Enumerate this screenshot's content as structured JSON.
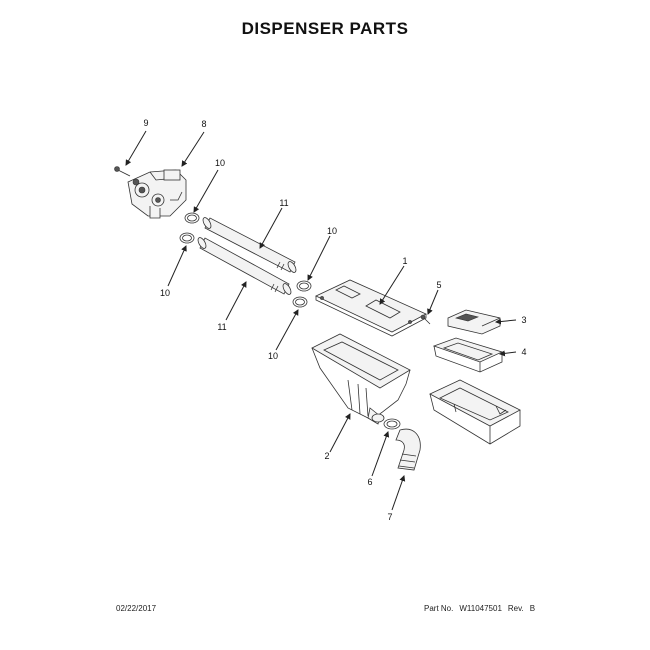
{
  "title": "DISPENSER PARTS",
  "callouts": {
    "c1": "1",
    "c2": "2",
    "c3": "3",
    "c4": "4",
    "c5": "5",
    "c6": "6",
    "c7": "7",
    "c8": "8",
    "c9": "9",
    "c10a": "10",
    "c10b": "10",
    "c10c": "10",
    "c10d": "10",
    "c11a": "11",
    "c11b": "11"
  },
  "footer": {
    "date": "02/22/2017",
    "part_no_label": "Part No.",
    "part_no": "W11047501",
    "rev_label": "Rev.",
    "rev": "B"
  }
}
